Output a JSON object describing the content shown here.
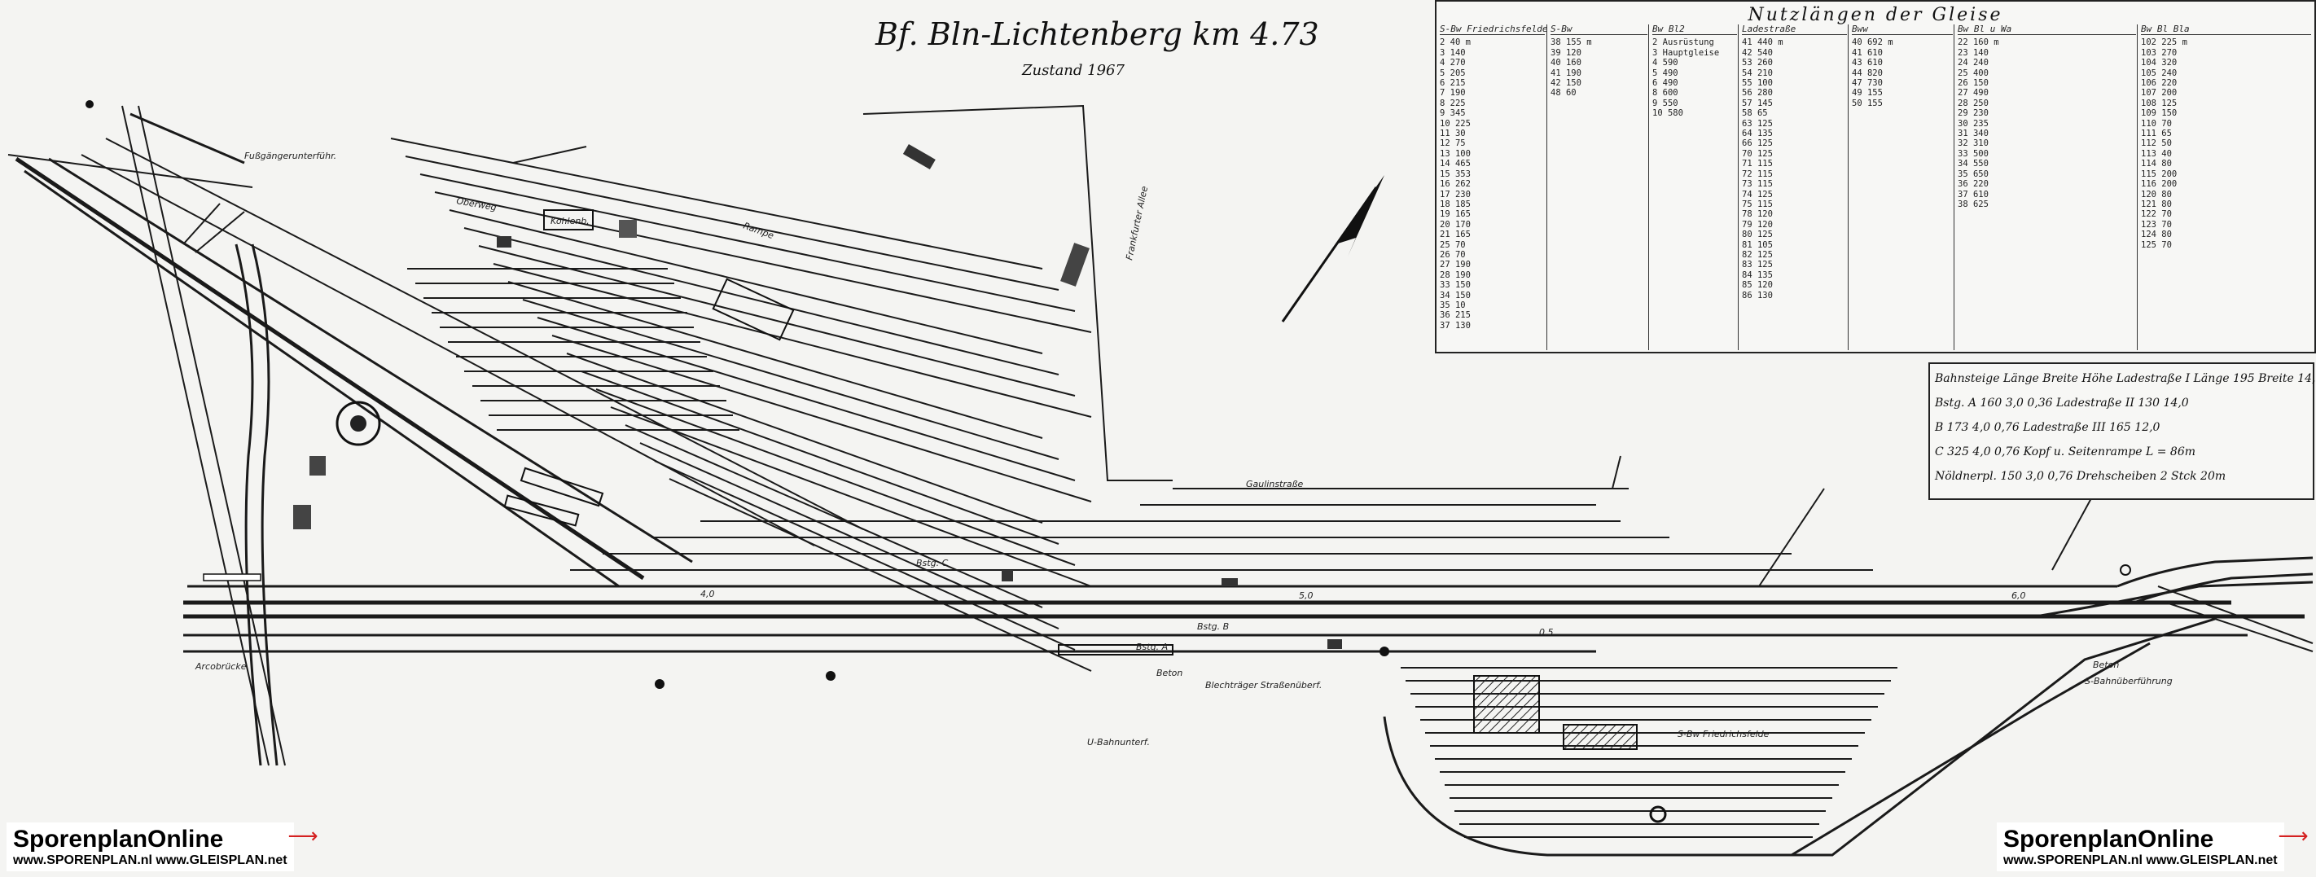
{
  "title": {
    "main": "Bf. Bln-Lichtenberg km 4.73",
    "sub": "Zustand 1967"
  },
  "table": {
    "title": "Nutzlängen der Gleise",
    "columns": [
      {
        "header": "S-Bw Friedrichsfelde",
        "rows": [
          "2 40 m",
          "3 140",
          "4 270",
          "5 205",
          "6 215",
          "7 190",
          "8 225",
          "9 345",
          "10 225",
          "11 30",
          "12 75",
          "13 100",
          "14 465",
          "15 353",
          "16 262",
          "17 230",
          "18 185",
          "19 165",
          "20 170",
          "21 165",
          "25 70",
          "26 70",
          "27 190",
          "28 190",
          "33 150",
          "34 150",
          "35 10",
          "36 215",
          "37 130"
        ]
      },
      {
        "header": "S-Bw",
        "rows": [
          "38 155 m",
          "39 120",
          "40 160",
          "41 190",
          "42 150",
          "48 60"
        ]
      },
      {
        "header": "Bw Bl2",
        "rows": [
          "2 Ausrüstung",
          "3 Hauptgleise",
          "4 590",
          "5 490",
          "6 490",
          "8 600",
          "9 550",
          "10 580"
        ]
      },
      {
        "header": "Ladestraße",
        "rows": [
          "41 440 m",
          "42 540",
          "53 260",
          "54 210",
          "55 100",
          "56 280",
          "57 145",
          "58 65",
          "63 125",
          "64 135",
          "66 125",
          "70 125",
          "71 115",
          "72 115",
          "73 115",
          "74 125",
          "75 115",
          "78 120",
          "79 120",
          "80 125",
          "81 105",
          "82 125",
          "83 125",
          "84 135",
          "85 120",
          "86 130"
        ]
      },
      {
        "header": "Bww",
        "rows": [
          "40 692 m",
          "41 610",
          "43 610",
          "44 820",
          "47 730",
          "49 155",
          "50 155"
        ]
      },
      {
        "header": "Bw Bl u Wa",
        "rows": [
          "22 160 m",
          "23 140",
          "24 240",
          "25 400",
          "26 150",
          "27 490",
          "28 250",
          "29 230",
          "30 235",
          "31 340",
          "32 310",
          "33 500",
          "34 550",
          "35 650",
          "36 220",
          "37 610",
          "38 625"
        ]
      },
      {
        "header": "Bw Bl Bla",
        "rows": [
          "102 225 m",
          "103 270",
          "104 320",
          "105 240",
          "106 220",
          "107 200",
          "108 125",
          "109 150",
          "110 70",
          "111 65",
          "112 50",
          "113 40",
          "114 80",
          "115 200",
          "116 200",
          "120 80",
          "121 80",
          "122 70",
          "123 70",
          "124 80",
          "125 70"
        ]
      }
    ]
  },
  "legend": {
    "rows": [
      "Bahnsteige   Länge Breite Höhe   Ladestraße I  Länge 195  Breite 14,0",
      "Bstg. A   160  3,0  0,36   Ladestraße II   130  14,0",
      "B   173  4,0  0,76   Ladestraße III   165  12,0",
      "C   325  4,0  0,76   Kopf u. Seitenrampe L = 86m",
      "Nöldnerpl.   150  3,0  0,76   Drehscheiben 2 Stck 20m"
    ]
  },
  "labels": {
    "footbridge": "Fußgängerunterführ.",
    "kohle": "Kohlenb.",
    "rampe": "Rampe",
    "oberweg": "Oberweg",
    "beton": "Beton",
    "ubahn": "U-Bahnunterf.",
    "blech": "Blechträger Straßenüberf.",
    "sbahn_ueber": "S-Bahnüberführung",
    "arco": "Arcobrücke",
    "beton2": "Beton",
    "bstg_a": "Bstg. A",
    "bstg_b": "Bstg. B",
    "bstg_c": "Bstg. C",
    "sbw": "S-Bw Friedrichsfelde",
    "gaul": "Gaulinstraße",
    "freg": "Frankfurter Allee",
    "km_4_0": "4,0",
    "km_5_0": "5,0",
    "km_6_0": "6,0",
    "km_0_5": "0,5"
  },
  "watermark": {
    "name": "SporenplanOnline",
    "urls": "www.SPORENPLAN.nl  www.GLEISPLAN.net"
  }
}
